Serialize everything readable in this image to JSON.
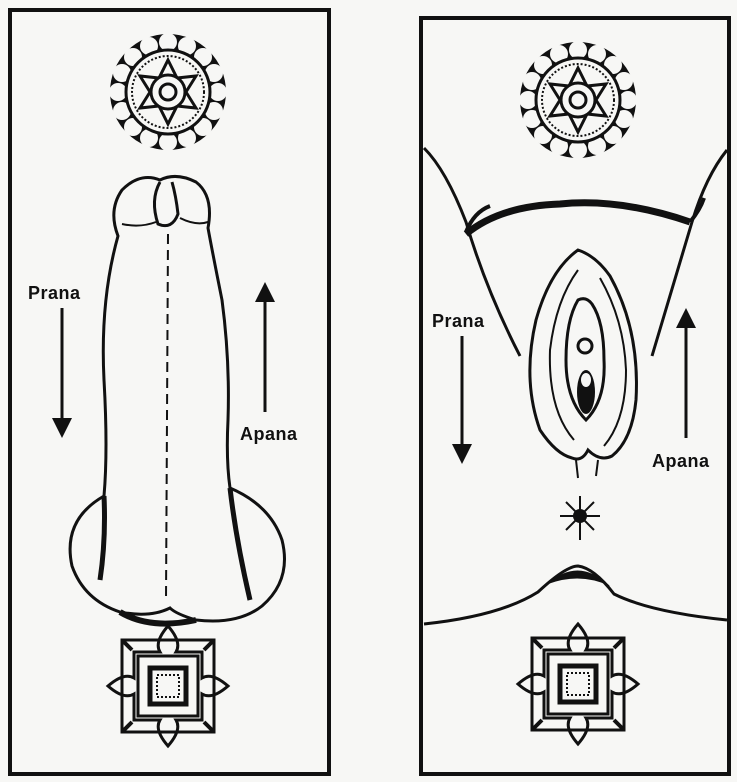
{
  "labels": {
    "prana": "Prana",
    "apana": "Apana"
  },
  "panels": [
    {
      "name": "male-panel",
      "prana_label": "Prana",
      "apana_label": "Apana"
    },
    {
      "name": "female-panel",
      "prana_label": "Prana",
      "apana_label": "Apana"
    }
  ],
  "colors": {
    "ink": "#111111",
    "paper": "#f7f7f5"
  },
  "icons": [
    "lotus-chakra-icon",
    "square-chakra-icon",
    "star-point-icon",
    "down-arrow-icon",
    "up-arrow-icon"
  ]
}
